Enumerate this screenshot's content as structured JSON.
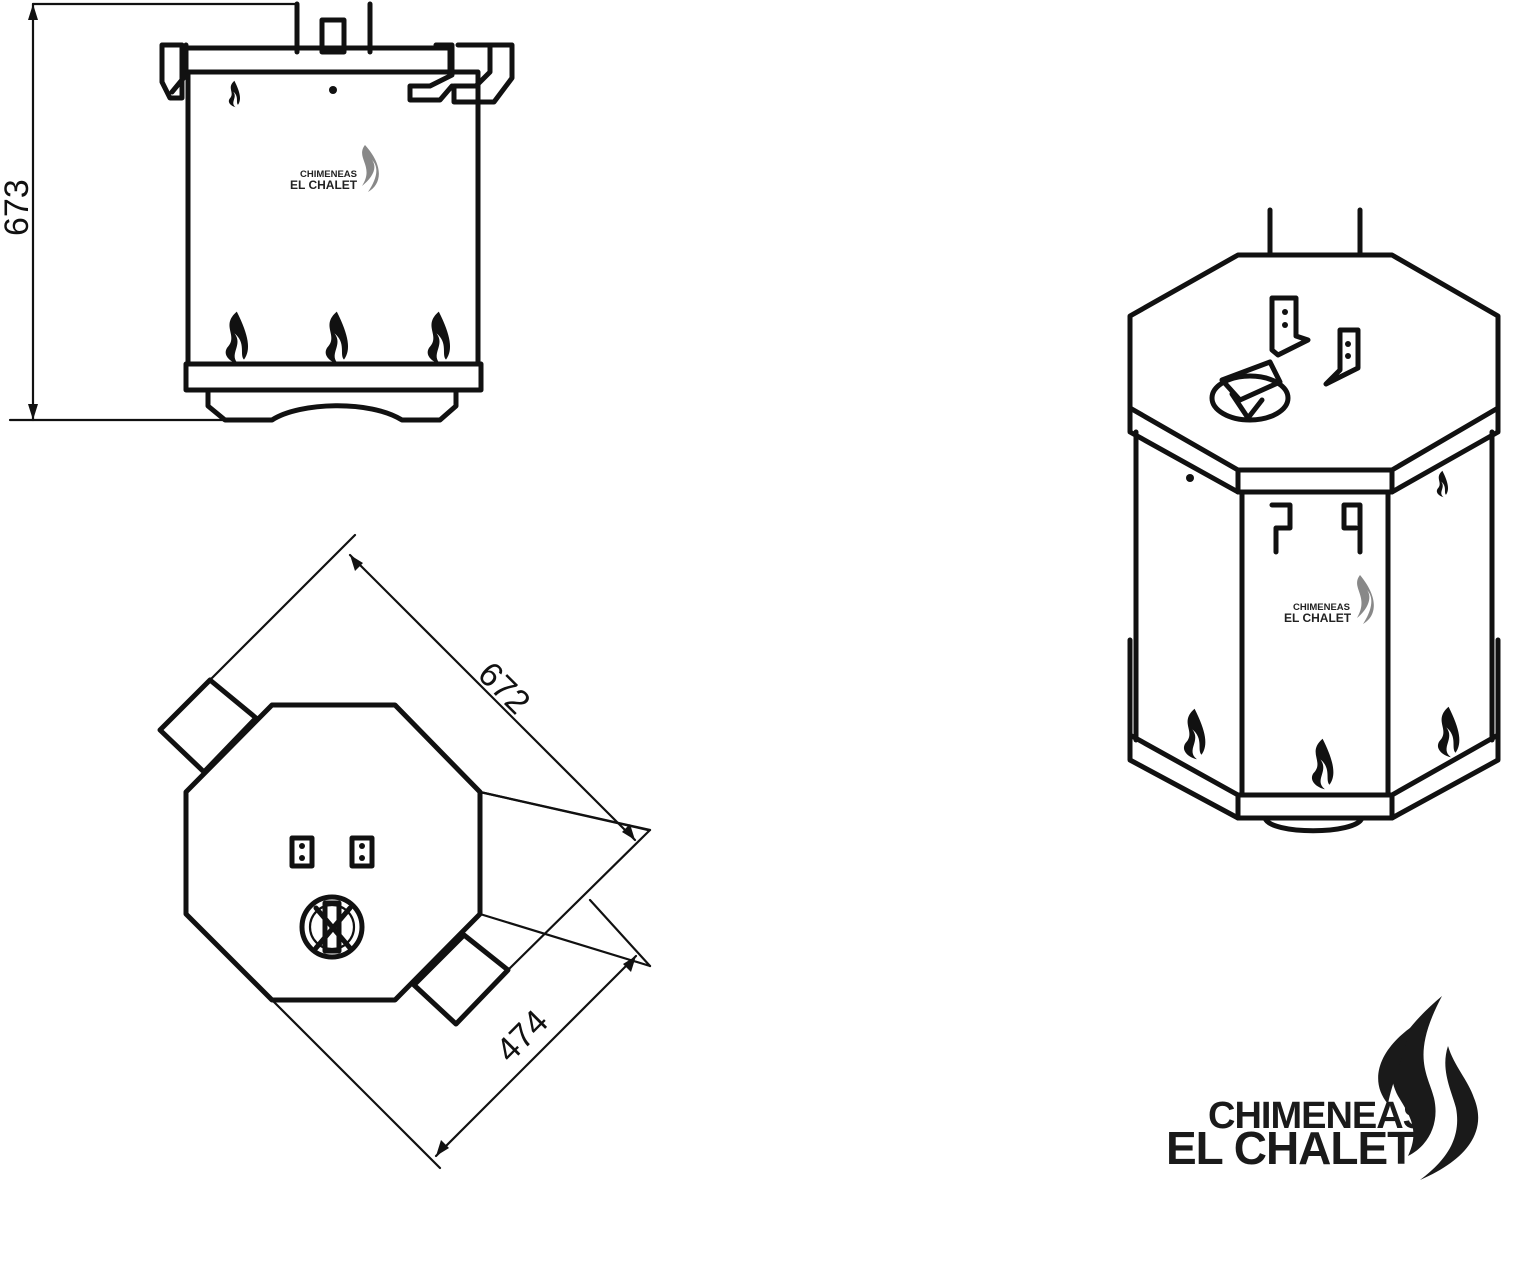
{
  "dimensions": {
    "height": "673",
    "diagonal": "672",
    "width": "474"
  },
  "brand": {
    "line1": "CHIMENEAS",
    "line2": "EL CHALET"
  },
  "colors": {
    "stroke": "#111111",
    "background": "#ffffff",
    "flame_dark": "#1a1a1a",
    "flame_light": "#9a9a9a"
  },
  "views": [
    "front-elevation",
    "top-plan",
    "isometric"
  ]
}
